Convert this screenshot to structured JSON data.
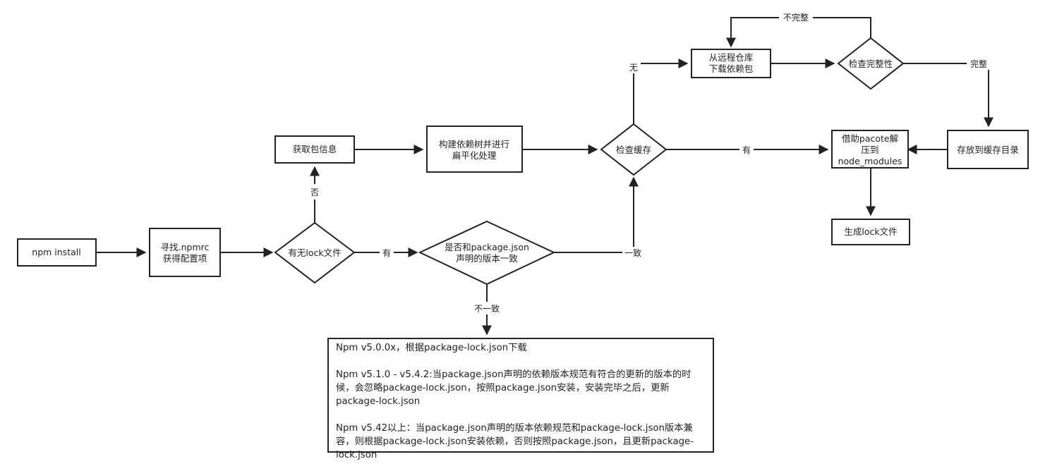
{
  "nodes": {
    "npm_install": "npm install",
    "find_npmrc": [
      "寻找.npmrc",
      "获得配置项"
    ],
    "has_lock": "有无lock文件",
    "get_pkg_info": "获取包信息",
    "build_tree": [
      "构建依赖树并进行",
      "扁平化处理"
    ],
    "check_cache": "检查缓存",
    "version_match": [
      "是否和package.json",
      "声明的版本一致"
    ],
    "download_remote": [
      "从远程仓库",
      "下载依赖包"
    ],
    "check_integrity": "检查完整性",
    "store_cache": "存放到缓存目录",
    "extract_pacote": [
      "借助pacote解",
      "压到",
      "node_modules"
    ],
    "generate_lock": "生成lock文件"
  },
  "edge_labels": {
    "no_lock": "否",
    "has_lock_yes": "有",
    "version_consistent": "一致",
    "version_inconsistent": "不一致",
    "cache_none": "无",
    "cache_hit": "有",
    "incomplete": "不完整",
    "complete": "完整"
  },
  "note": {
    "paragraphs": [
      "Npm v5.0.0x，根据package-lock.json下载",
      "Npm v5.1.0 - v5.4.2:当package.json声明的依赖版本规范有符合的更新的版本的时候，会忽略package-lock.json，按照package.json安装，安装完毕之后，更新package-lock.json",
      "Npm v5.42以上：当package.json声明的版本依赖规范和package-lock.json版本兼容，则根据package-lock.json安装依赖，否则按照package.json，且更新package-lock.json"
    ]
  },
  "colors": {
    "stroke": "#222222",
    "background": "#ffffff",
    "text": "#222222"
  }
}
